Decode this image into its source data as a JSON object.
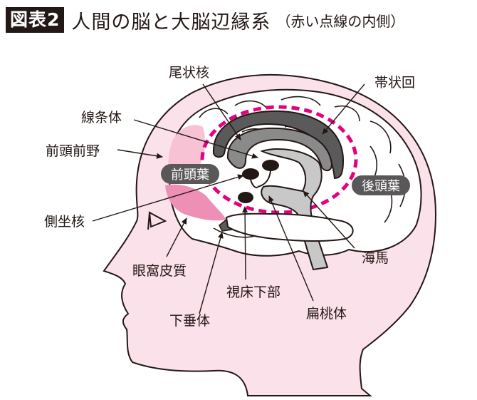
{
  "header": {
    "figure_badge": "図表2",
    "title": "人間の脳と大脳辺縁系",
    "subtitle": "（赤い点線の内側）"
  },
  "colors": {
    "head_fill": "#fbe1ea",
    "prefrontal_fill": "#f6c2d4",
    "orbitofrontal_fill": "#ee8fb5",
    "limbic_dash": "#e4007f",
    "dark_gray": "#5a5a5a",
    "mid_gray": "#8a8a8a",
    "light_gray": "#c8c8c8",
    "pill_bg": "#595757",
    "ink": "#231815"
  },
  "regions": {
    "frontal_lobe": "前頭葉",
    "occipital_lobe": "後頭葉"
  },
  "labels": {
    "caudate": "尾状核",
    "cingulate": "帯状回",
    "striatum": "線条体",
    "prefrontal": "前頭前野",
    "accumbens": "側坐核",
    "orbitofrontal": "眼窩皮質",
    "hypothalamus": "視床下部",
    "pituitary": "下垂体",
    "amygdala": "扁桃体",
    "hippocampus": "海馬"
  }
}
